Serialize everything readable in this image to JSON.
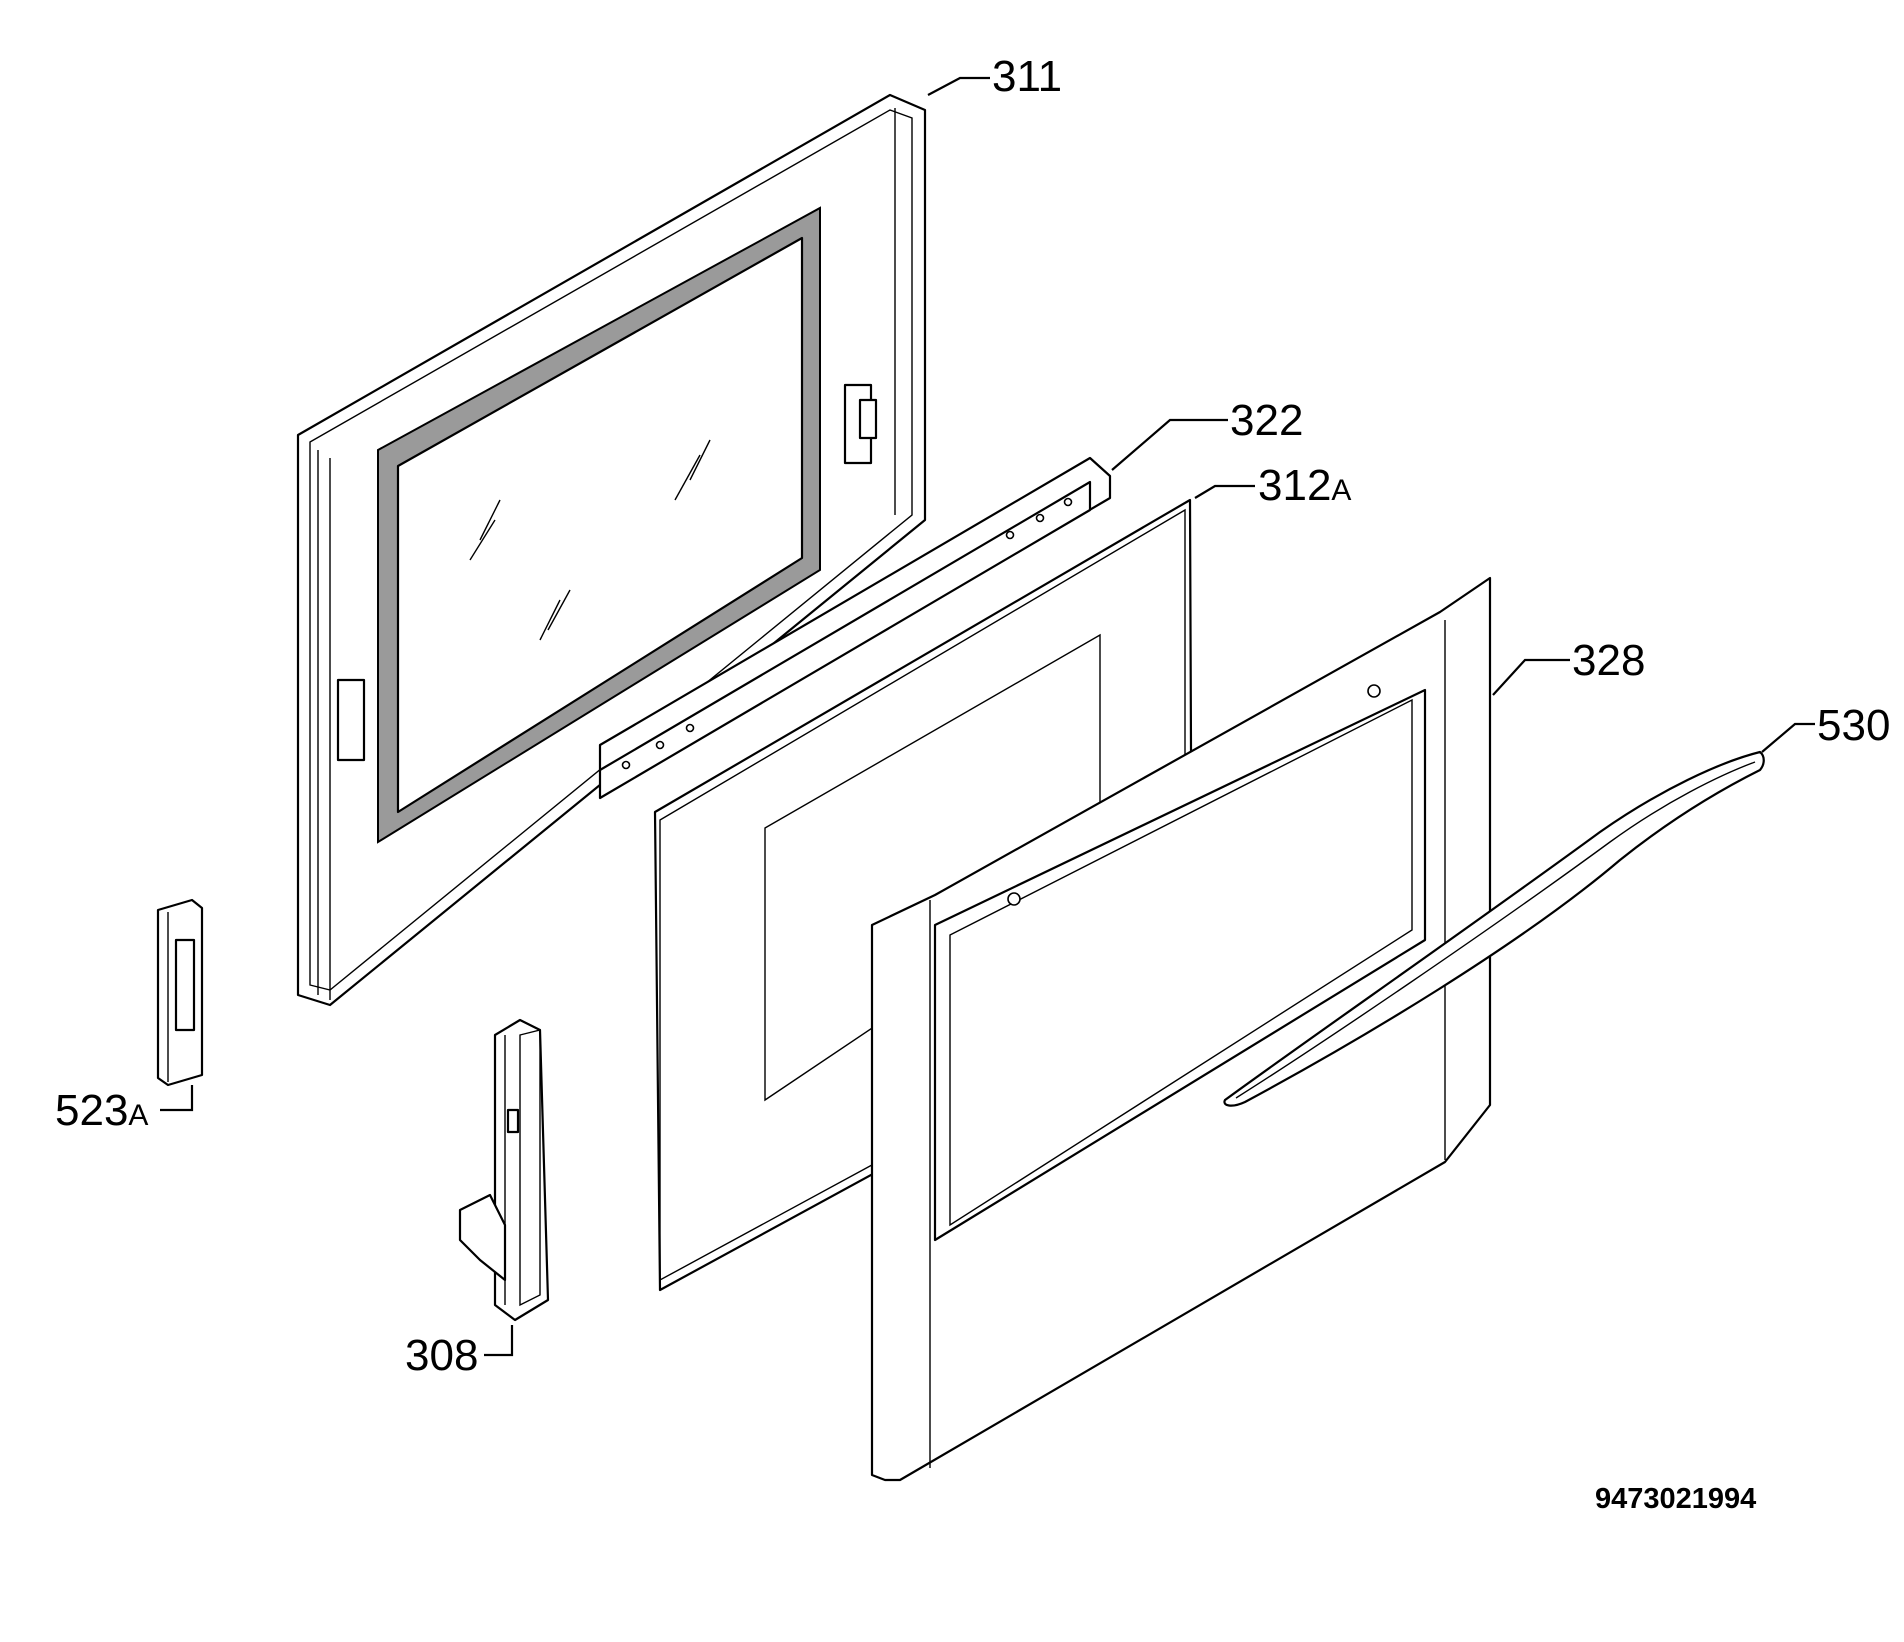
{
  "callouts": {
    "c311": "311",
    "c322": "322",
    "c312": "312",
    "c312_suffix": "A",
    "c328": "328",
    "c530": "530",
    "c523": "523",
    "c523_suffix": "A",
    "c308": "308"
  },
  "document_number": "9473021994"
}
